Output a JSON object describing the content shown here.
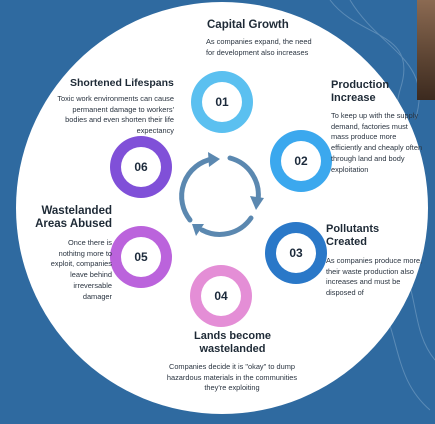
{
  "colors": {
    "background": "#2f6aa0",
    "step1": "#5bc0f0",
    "step2": "#3ba8ee",
    "step3": "#2a78c8",
    "step4": "#e48ed6",
    "step5": "#bb63dc",
    "step6": "#8050d8",
    "cycle_arrows": "#5b88b0"
  },
  "steps": [
    {
      "number": "01",
      "title": "Capital Growth",
      "description": "As companies expand, the need for development also increases"
    },
    {
      "number": "02",
      "title": "Production Increase",
      "description": "To keep up with the supply demand, factories must mass produce more efficiently and cheaply often through land and body exploitation"
    },
    {
      "number": "03",
      "title": "Pollutants Created",
      "description": "As companies produce more, their waste production also increases and must be disposed of"
    },
    {
      "number": "04",
      "title": "Lands become wastelanded",
      "description": "Companies decide it is \"okay\" to dump hazardous materials in the communities they're exploiting"
    },
    {
      "number": "05",
      "title": "Wastelanded Areas Abused",
      "description": "Once there is nothitng more to exploit, companies leave behind irreversable damager"
    },
    {
      "number": "06",
      "title": "Shortened Lifespans",
      "description": "Toxic work environments can cause permanent damage to workers' bodies and even shorten their life expectancy"
    }
  ],
  "icons": {
    "center": "cycle-arrows-icon"
  }
}
